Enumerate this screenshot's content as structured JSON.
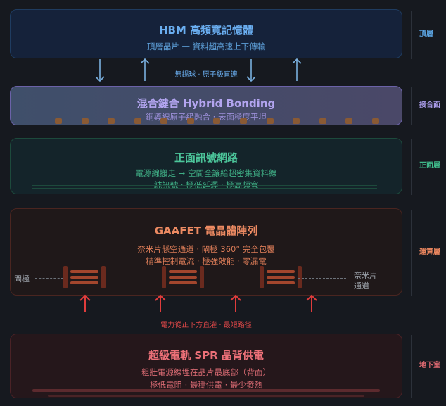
{
  "hbm": {
    "title": "HBM 高頻寬記憶體",
    "subtitle": "頂層晶片 — 資料超高速上下傳輸"
  },
  "link_label": "無錫球 · 原子級直連",
  "hybrid": {
    "title": "混合鍵合 Hybrid Bonding",
    "subtitle": "銅導線原子級融合 · 表面極度平坦"
  },
  "front": {
    "title": "正面訊號網路",
    "line1": "電源線搬走 → 空間全讓給超密集資料線",
    "line2": "純訊號 · 極低延遲 · 極高頻寬"
  },
  "gaafet": {
    "title": "GAAFET 電晶體陣列",
    "line1": "奈米片懸空通道 · 閘極 360° 完全包覆",
    "line2": "精準控制電流 · 極強效能 · 零漏電",
    "gate_label": "閘極",
    "channel_label_1": "奈米片",
    "channel_label_2": "通道"
  },
  "power_label": "電力從正下方直灌 · 最短路徑",
  "spr": {
    "title": "超級電軌 SPR 晶背供電",
    "line1": "粗壯電源線埋在晶片最底部（背面）",
    "line2": "極低電阻 · 最穩供電 · 最少發熱"
  },
  "side_labels": [
    "頂層",
    "接合面",
    "正面層",
    "運算層",
    "地下室"
  ],
  "colors": {
    "hbm": "#5ba3e0",
    "hybrid": "#a99be8",
    "front": "#3fb98a",
    "gaafet": "#e8855e",
    "spr": "#e06a72",
    "power": "#e03c3c"
  }
}
